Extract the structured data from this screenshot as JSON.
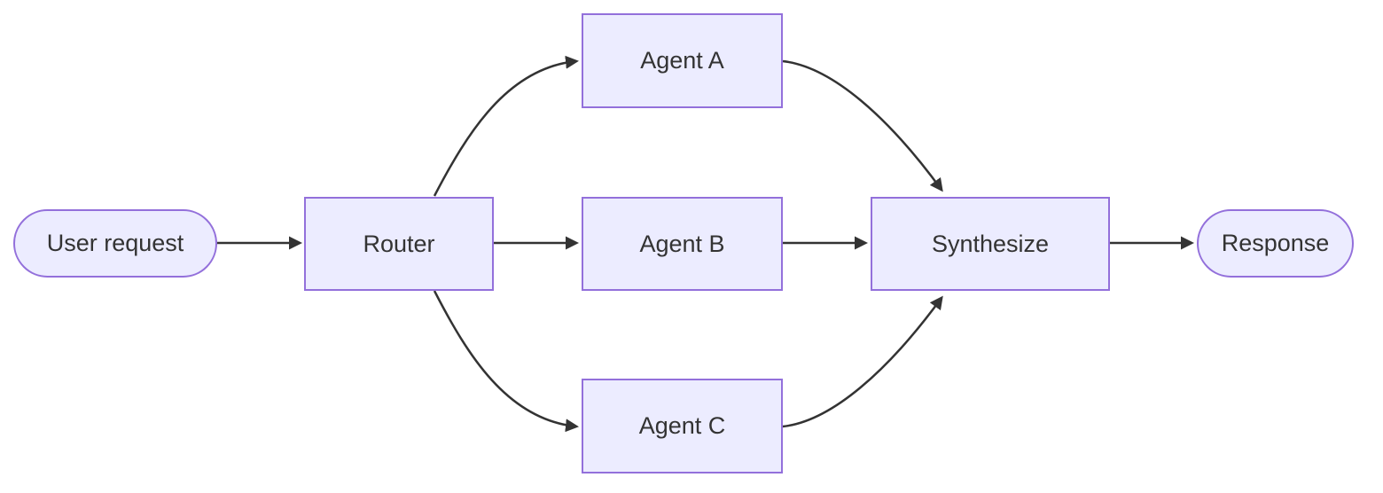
{
  "diagram": {
    "type": "flowchart",
    "direction": "left-to-right",
    "nodes": [
      {
        "id": "user_request",
        "label": "User request",
        "shape": "stadium"
      },
      {
        "id": "router",
        "label": "Router",
        "shape": "rectangle"
      },
      {
        "id": "agent_a",
        "label": "Agent A",
        "shape": "rectangle"
      },
      {
        "id": "agent_b",
        "label": "Agent B",
        "shape": "rectangle"
      },
      {
        "id": "agent_c",
        "label": "Agent C",
        "shape": "rectangle"
      },
      {
        "id": "synthesize",
        "label": "Synthesize",
        "shape": "rectangle"
      },
      {
        "id": "response",
        "label": "Response",
        "shape": "stadium"
      }
    ],
    "edges": [
      {
        "from": "user_request",
        "to": "router"
      },
      {
        "from": "router",
        "to": "agent_a"
      },
      {
        "from": "router",
        "to": "agent_b"
      },
      {
        "from": "router",
        "to": "agent_c"
      },
      {
        "from": "agent_a",
        "to": "synthesize"
      },
      {
        "from": "agent_b",
        "to": "synthesize"
      },
      {
        "from": "agent_c",
        "to": "synthesize"
      },
      {
        "from": "synthesize",
        "to": "response"
      }
    ],
    "colors": {
      "node_fill": "#ECECFF",
      "node_border": "#9370DB",
      "edge_stroke": "#333333",
      "text": "#333333",
      "background": "#FFFFFF"
    }
  }
}
